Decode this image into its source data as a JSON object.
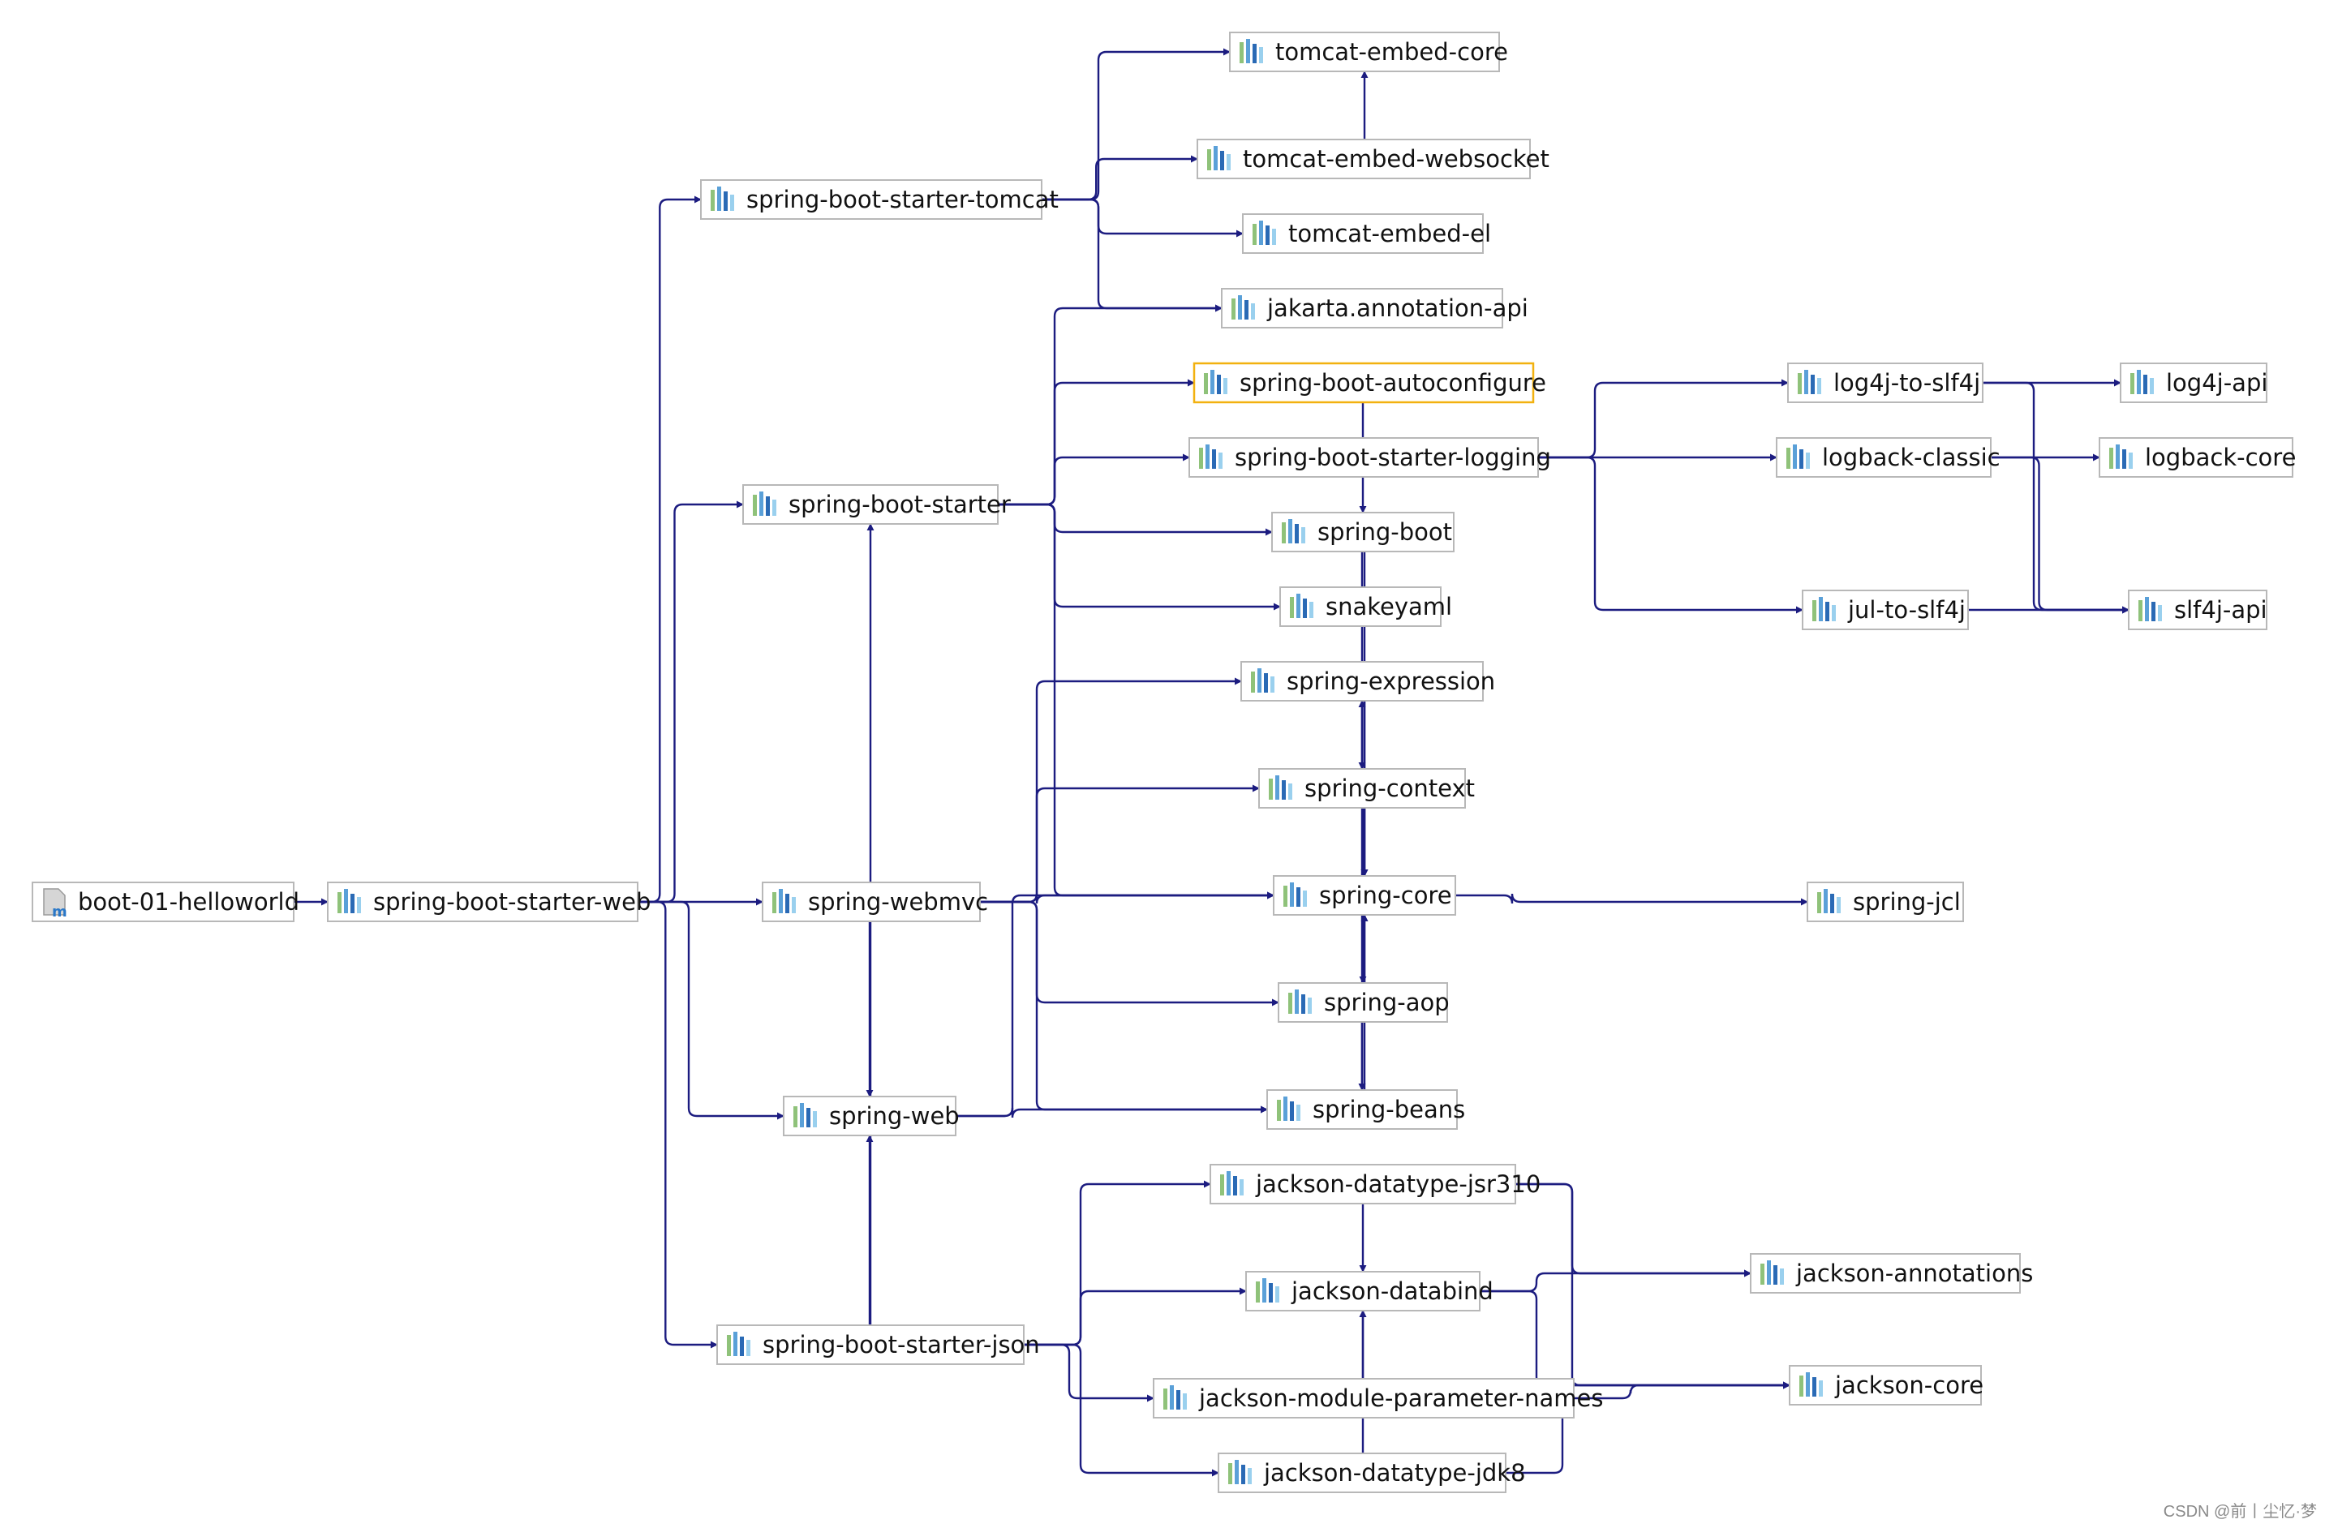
{
  "colors": {
    "edge": "#1c1c80",
    "node_border": "#b8b8b8",
    "node_border_highlight": "#f2b10f",
    "node_fill": "#ffffff",
    "icon_bars": [
      "#8fc27a",
      "#5aa0d8",
      "#2a6ab5",
      "#9ad0ee"
    ]
  },
  "watermark": "CSDN @前丨尘忆·梦",
  "nodes": [
    {
      "id": "n01",
      "label": "boot-01-helloworld",
      "icon": "maven-module-icon"
    },
    {
      "id": "n02",
      "label": "spring-boot-starter-web",
      "icon": "library-icon"
    },
    {
      "id": "n03",
      "label": "spring-boot-starter-tomcat",
      "icon": "library-icon"
    },
    {
      "id": "n04",
      "label": "spring-boot-starter",
      "icon": "library-icon"
    },
    {
      "id": "n05",
      "label": "spring-webmvc",
      "icon": "library-icon"
    },
    {
      "id": "n06",
      "label": "spring-web",
      "icon": "library-icon"
    },
    {
      "id": "n07",
      "label": "spring-boot-starter-json",
      "icon": "library-icon"
    },
    {
      "id": "n08",
      "label": "tomcat-embed-core",
      "icon": "library-icon"
    },
    {
      "id": "n09",
      "label": "tomcat-embed-websocket",
      "icon": "library-icon"
    },
    {
      "id": "n10",
      "label": "tomcat-embed-el",
      "icon": "library-icon"
    },
    {
      "id": "n11",
      "label": "jakarta.annotation-api",
      "icon": "library-icon"
    },
    {
      "id": "n12",
      "label": "spring-boot-autoconfigure",
      "icon": "library-icon",
      "highlight": true
    },
    {
      "id": "n13",
      "label": "spring-boot-starter-logging",
      "icon": "library-icon"
    },
    {
      "id": "n14",
      "label": "spring-boot",
      "icon": "library-icon"
    },
    {
      "id": "n15",
      "label": "snakeyaml",
      "icon": "library-icon"
    },
    {
      "id": "n16",
      "label": "spring-expression",
      "icon": "library-icon"
    },
    {
      "id": "n17",
      "label": "spring-context",
      "icon": "library-icon"
    },
    {
      "id": "n18",
      "label": "spring-core",
      "icon": "library-icon"
    },
    {
      "id": "n19",
      "label": "spring-aop",
      "icon": "library-icon"
    },
    {
      "id": "n20",
      "label": "spring-beans",
      "icon": "library-icon"
    },
    {
      "id": "n21",
      "label": "jackson-datatype-jsr310",
      "icon": "library-icon"
    },
    {
      "id": "n22",
      "label": "jackson-databind",
      "icon": "library-icon"
    },
    {
      "id": "n23",
      "label": "jackson-module-parameter-names",
      "icon": "library-icon"
    },
    {
      "id": "n24",
      "label": "jackson-datatype-jdk8",
      "icon": "library-icon"
    },
    {
      "id": "n25",
      "label": "log4j-to-slf4j",
      "icon": "library-icon"
    },
    {
      "id": "n26",
      "label": "logback-classic",
      "icon": "library-icon"
    },
    {
      "id": "n27",
      "label": "jul-to-slf4j",
      "icon": "library-icon"
    },
    {
      "id": "n28",
      "label": "log4j-api",
      "icon": "library-icon"
    },
    {
      "id": "n29",
      "label": "logback-core",
      "icon": "library-icon"
    },
    {
      "id": "n30",
      "label": "slf4j-api",
      "icon": "library-icon"
    },
    {
      "id": "n31",
      "label": "spring-jcl",
      "icon": "library-icon"
    },
    {
      "id": "n32",
      "label": "jackson-annotations",
      "icon": "library-icon"
    },
    {
      "id": "n33",
      "label": "jackson-core",
      "icon": "library-icon"
    }
  ],
  "edges": [
    [
      "n01",
      "n02"
    ],
    [
      "n02",
      "n03"
    ],
    [
      "n02",
      "n04"
    ],
    [
      "n02",
      "n05"
    ],
    [
      "n02",
      "n06"
    ],
    [
      "n02",
      "n07"
    ],
    [
      "n03",
      "n08"
    ],
    [
      "n03",
      "n09"
    ],
    [
      "n03",
      "n10"
    ],
    [
      "n03",
      "n11"
    ],
    [
      "n09",
      "n08"
    ],
    [
      "n04",
      "n11"
    ],
    [
      "n04",
      "n12"
    ],
    [
      "n04",
      "n13"
    ],
    [
      "n04",
      "n14"
    ],
    [
      "n04",
      "n15"
    ],
    [
      "n04",
      "n18"
    ],
    [
      "n12",
      "n14"
    ],
    [
      "n14",
      "n17"
    ],
    [
      "n14",
      "n18"
    ],
    [
      "n13",
      "n25"
    ],
    [
      "n13",
      "n26"
    ],
    [
      "n13",
      "n27"
    ],
    [
      "n25",
      "n28"
    ],
    [
      "n25",
      "n30"
    ],
    [
      "n26",
      "n29"
    ],
    [
      "n26",
      "n30"
    ],
    [
      "n27",
      "n30"
    ],
    [
      "n05",
      "n06"
    ],
    [
      "n05",
      "n16"
    ],
    [
      "n05",
      "n17"
    ],
    [
      "n05",
      "n18"
    ],
    [
      "n05",
      "n19"
    ],
    [
      "n05",
      "n20"
    ],
    [
      "n06",
      "n18"
    ],
    [
      "n06",
      "n20"
    ],
    [
      "n07",
      "n04"
    ],
    [
      "n07",
      "n06"
    ],
    [
      "n07",
      "n21"
    ],
    [
      "n07",
      "n22"
    ],
    [
      "n07",
      "n23"
    ],
    [
      "n07",
      "n24"
    ],
    [
      "n17",
      "n16"
    ],
    [
      "n17",
      "n18"
    ],
    [
      "n17",
      "n19"
    ],
    [
      "n17",
      "n20"
    ],
    [
      "n16",
      "n18"
    ],
    [
      "n19",
      "n18"
    ],
    [
      "n19",
      "n20"
    ],
    [
      "n20",
      "n18"
    ],
    [
      "n18",
      "n31"
    ],
    [
      "n21",
      "n22"
    ],
    [
      "n21",
      "n32"
    ],
    [
      "n21",
      "n33"
    ],
    [
      "n22",
      "n32"
    ],
    [
      "n22",
      "n33"
    ],
    [
      "n23",
      "n22"
    ],
    [
      "n23",
      "n33"
    ],
    [
      "n24",
      "n22"
    ],
    [
      "n24",
      "n33"
    ]
  ]
}
